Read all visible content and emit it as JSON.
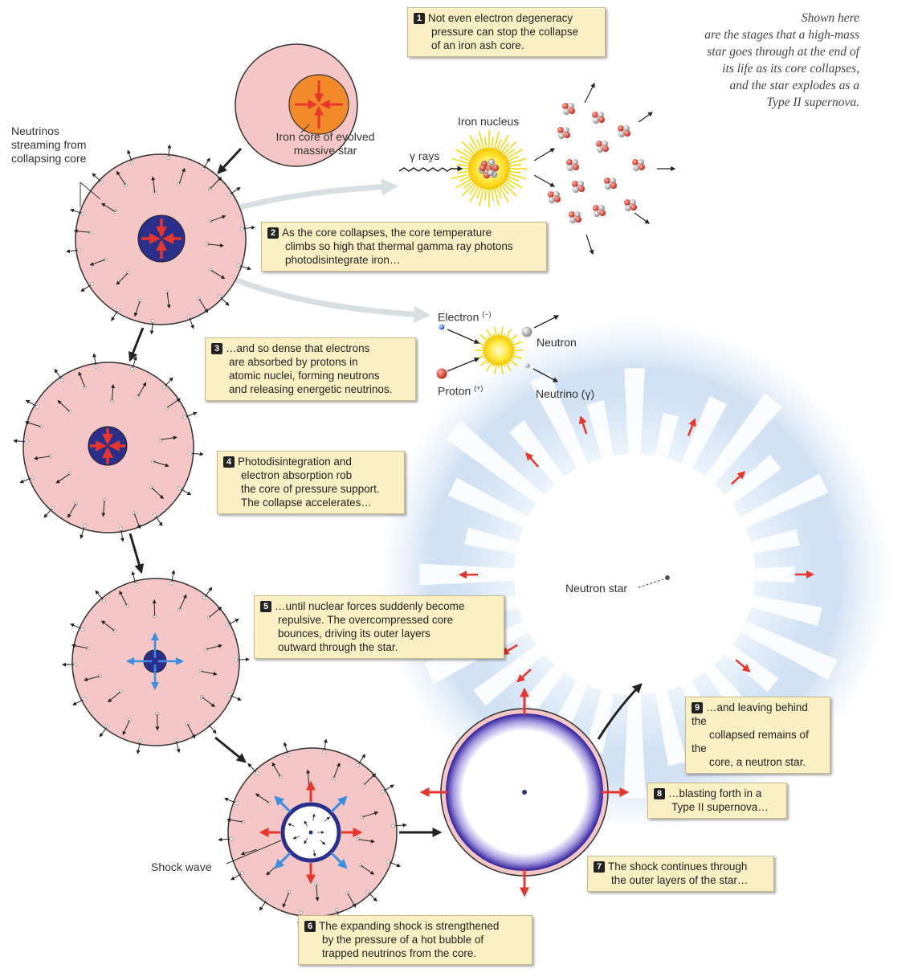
{
  "caption": {
    "lines": [
      "Shown here",
      "are the stages that a high-mass",
      "star goes through at the end of",
      "its life as its core collapses,",
      "and the star explodes as a",
      "Type II supernova."
    ]
  },
  "steps": [
    {
      "num": "1",
      "lines": [
        "Not even electron degeneracy",
        "pressure can stop the collapse",
        "of an iron ash core."
      ]
    },
    {
      "num": "2",
      "lines": [
        "As the core collapses, the core temperature",
        "climbs so high that thermal gamma ray photons",
        "photodisintegrate iron…"
      ]
    },
    {
      "num": "3",
      "lines": [
        "…and so dense that electrons",
        "are absorbed by protons in",
        "atomic nuclei, forming neutrons",
        "and releasing energetic neutrinos."
      ]
    },
    {
      "num": "4",
      "lines": [
        "Photodisintegration and",
        "electron absorption rob",
        "the core of pressure support.",
        "The collapse accelerates…"
      ]
    },
    {
      "num": "5",
      "lines": [
        "…until nuclear forces suddenly become",
        "repulsive. The overcompressed core",
        "bounces, driving its outer layers",
        "outward through the star."
      ]
    },
    {
      "num": "6",
      "lines": [
        "The expanding shock is strengthened",
        "by the pressure of a hot bubble of",
        "trapped neutrinos from the core."
      ]
    },
    {
      "num": "7",
      "lines": [
        "The shock continues through",
        "the outer layers of the star…"
      ]
    },
    {
      "num": "8",
      "lines": [
        "…blasting forth in a",
        "Type II supernova…"
      ]
    },
    {
      "num": "9",
      "lines": [
        "…and leaving behind the",
        "collapsed remains of the",
        "core, a neutron star."
      ]
    }
  ],
  "labels": {
    "iron_core": [
      "Iron core of evolved",
      "massive star"
    ],
    "neutrinos": [
      "Neutrinos",
      "streaming from",
      "collapsing core"
    ],
    "iron_nucleus": "Iron nucleus",
    "gamma_rays": "γ rays",
    "electron": "Electron",
    "electron_charge": "(−)",
    "proton": "Proton",
    "proton_charge": "(+)",
    "neutron": "Neutron",
    "neutrino": "Neutrino (γ)",
    "shock_wave": "Shock wave",
    "neutron_star": "Neutron star"
  },
  "colors": {
    "star_pink": "#f4c6c6",
    "core_blue": "#2b2f8c",
    "iron_orange": "#f28a2c",
    "box_yellow": "#fbf0c4",
    "arrow_red": "#e8362c",
    "arrow_blue": "#3b8fe0"
  }
}
